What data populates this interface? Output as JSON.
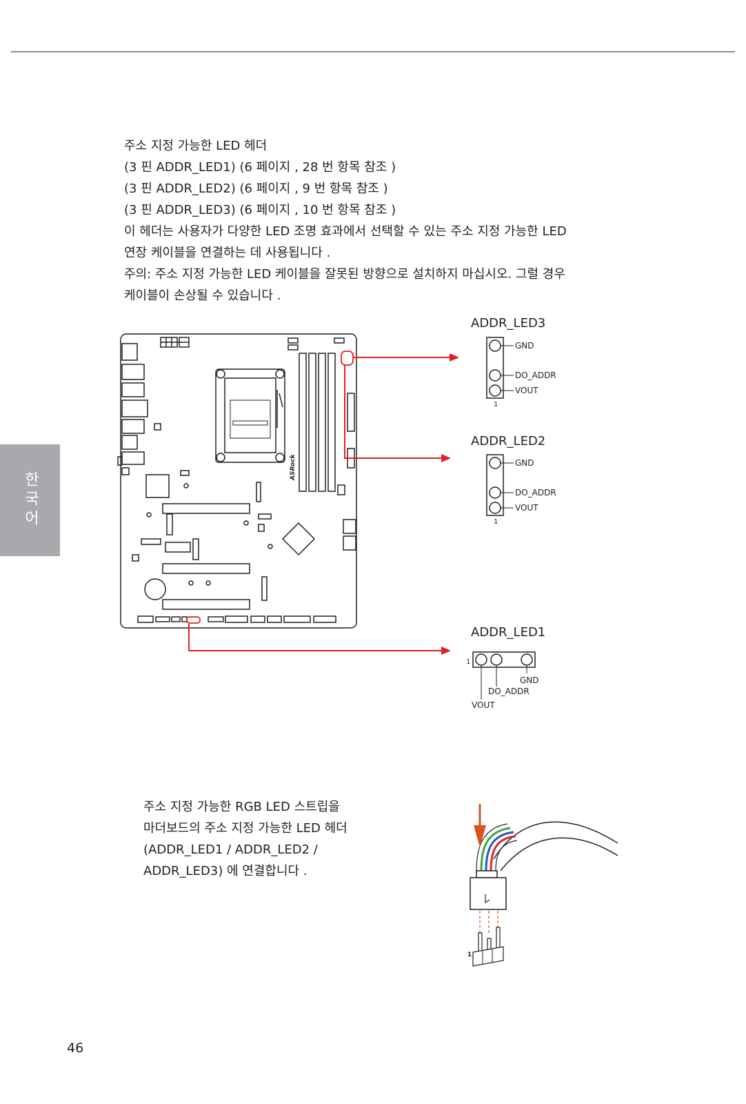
{
  "side_tab": {
    "label": "한국어"
  },
  "intro": {
    "lines": [
      "주소 지정 가능한 LED 헤더",
      "(3 핀 ADDR_LED1) (6 페이지 , 28 번 항목 참조 )",
      "(3 핀 ADDR_LED2) (6 페이지 , 9 번 항목 참조 )",
      "(3 핀 ADDR_LED3) (6 페이지 , 10 번 항목 참조 )",
      "이 헤더는 사용자가 다양한 LED 조명 효과에서 선택할 수 있는 주소 지정 가능한 LED",
      "연장 케이블을 연결하는 데 사용됩니다 .",
      "주의: 주소 지정 가능한 LED 케이블을 잘못된 방향으로 설치하지 마십시오. 그럴 경우",
      "케이블이 손상될 수 있습니다 ."
    ]
  },
  "diagram": {
    "board_logo": "ASRock",
    "led3": {
      "title": "ADDR_LED3",
      "gnd": "GND",
      "do_addr": "DO_ADDR",
      "vout": "VOUT",
      "pin1": "1"
    },
    "led2": {
      "title": "ADDR_LED2",
      "gnd": "GND",
      "do_addr": "DO_ADDR",
      "vout": "VOUT",
      "pin1": "1"
    },
    "led1": {
      "title": "ADDR_LED1",
      "gnd": "GND",
      "do_addr": "DO_ADDR",
      "vout": "VOUT",
      "pin1": "1"
    },
    "highlight_color": "#e31e24",
    "arrow_color": "#e31e24",
    "cable_arrow_color": "#d9531e"
  },
  "step": {
    "lines": [
      "주소 지정 가능한 RGB LED 스트립을",
      "마더보드의 주소 지정 가능한 LED 헤더",
      "(ADDR_LED1 / ADDR_LED2 /",
      "ADDR_LED3) 에 연결합니다 ."
    ],
    "connector_pin1": "1"
  },
  "page": {
    "number": "46"
  }
}
